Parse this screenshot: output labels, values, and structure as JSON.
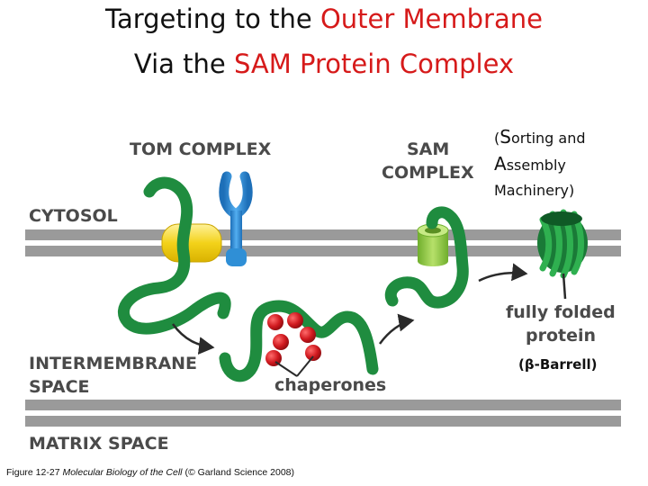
{
  "title": {
    "line1_black": "Targeting to the ",
    "line1_red": "Outer Membrane",
    "line2_black": "Via the ",
    "line2_red": "SAM Protein Complex"
  },
  "labels": {
    "tom_complex": "TOM COMPLEX",
    "sam_line1": "SAM",
    "sam_line2": "COMPLEX",
    "cytosol": "CYTOSOL",
    "intermembrane_line1": "INTERMEMBRANE",
    "intermembrane_line2": "SPACE",
    "matrix_space": "MATRIX SPACE",
    "chaperones": "chaperones",
    "fully_folded_line1": "fully folded",
    "fully_folded_line2": "protein"
  },
  "sam_expansion": {
    "line1_paren": "(",
    "line1_initial": "S",
    "line1_rest": "orting and",
    "line2_initial": "A",
    "line2_rest": "ssembly",
    "line3": "Machinery)"
  },
  "barrel_note": "(β-Barrell)",
  "caption": {
    "prefix": "Figure 12-27  ",
    "book": "Molecular Biology of the Cell",
    "suffix": " (© Garland Science 2008)"
  },
  "colors": {
    "title_red": "#d61a1a",
    "membrane_gray": "#9a9a9a",
    "protein_green": "#1f8c3f",
    "tom_yellow": "#f3d21a",
    "tom_blue": "#2f8fd6",
    "sam_light_green": "#8cc63f",
    "chaperone_red": "#d0191f"
  }
}
